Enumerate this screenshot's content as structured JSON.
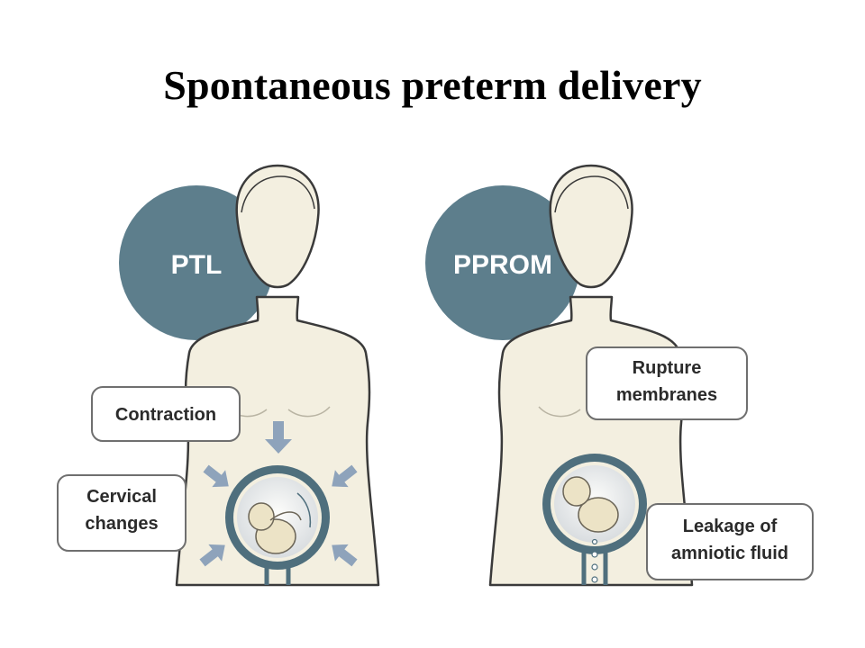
{
  "title": "Spontaneous preterm delivery",
  "panels": {
    "left": {
      "badge": "PTL",
      "labels": {
        "contraction": "Contraction",
        "cervical_line1": "Cervical",
        "cervical_line2": "changes"
      }
    },
    "right": {
      "badge": "PPROM",
      "labels": {
        "rupture_line1": "Rupture",
        "rupture_line2": "membranes",
        "leakage_line1": "Leakage of",
        "leakage_line2": "amniotic fluid"
      }
    }
  },
  "colors": {
    "badge": "#5d7e8c",
    "skin": "#f3efe0",
    "outline": "#3a3a3a",
    "uterus": "#4f6f7d",
    "arrow": "#8ea3bb"
  }
}
